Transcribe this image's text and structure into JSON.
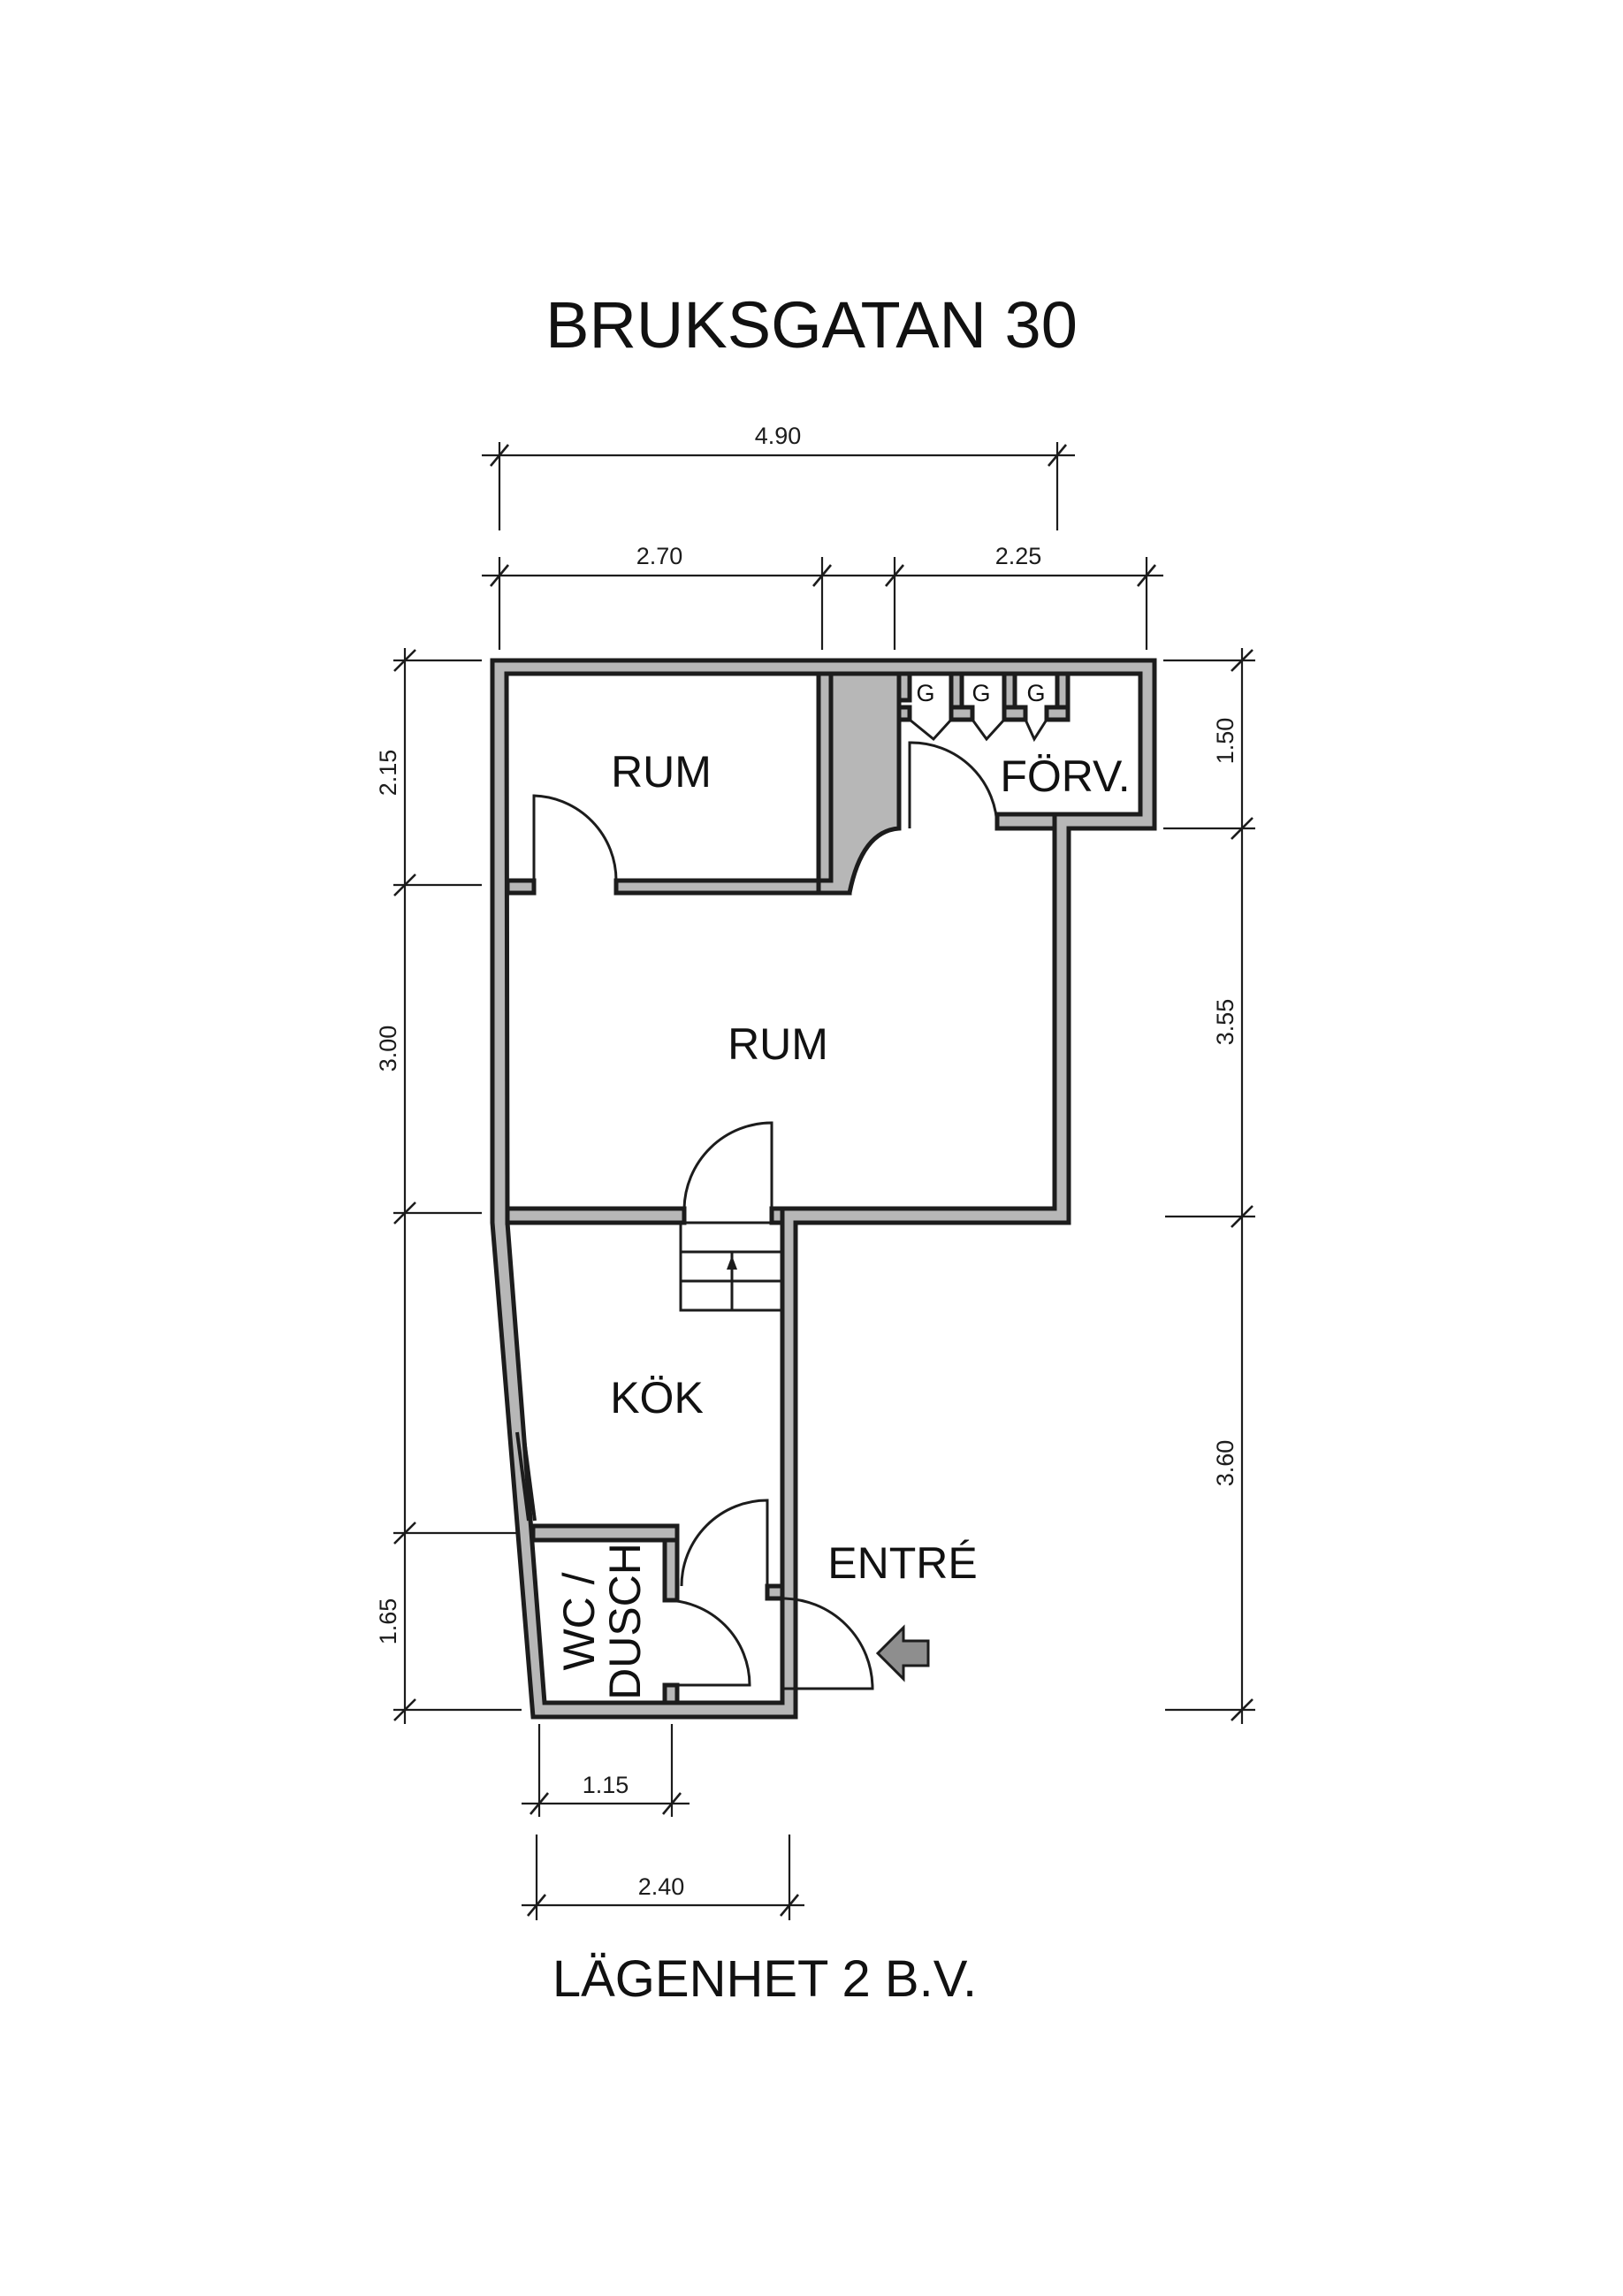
{
  "title": "BRUKSGATAN 30",
  "subtitle": "LÄGENHET 2 B.V.",
  "rooms": {
    "rum_top": "RUM",
    "forv": "FÖRV.",
    "rum_main": "RUM",
    "kok": "KÖK",
    "entre": "ENTRÉ",
    "wc_line1": "WC /",
    "wc_line2": "DUSCH"
  },
  "lockers": [
    "G",
    "G",
    "G"
  ],
  "dimensions": {
    "top_total": "4.90",
    "top_left": "2.70",
    "top_right": "2.25",
    "left_1": "2.15",
    "left_2": "3.00",
    "left_3": "1.65",
    "right_1": "1.50",
    "right_2": "3.55",
    "right_3": "3.60",
    "bottom_1": "1.15",
    "bottom_2": "2.40"
  },
  "colors": {
    "wall_fill": "#b7b7b7",
    "line": "#1c1c1c",
    "background": "#ffffff"
  }
}
